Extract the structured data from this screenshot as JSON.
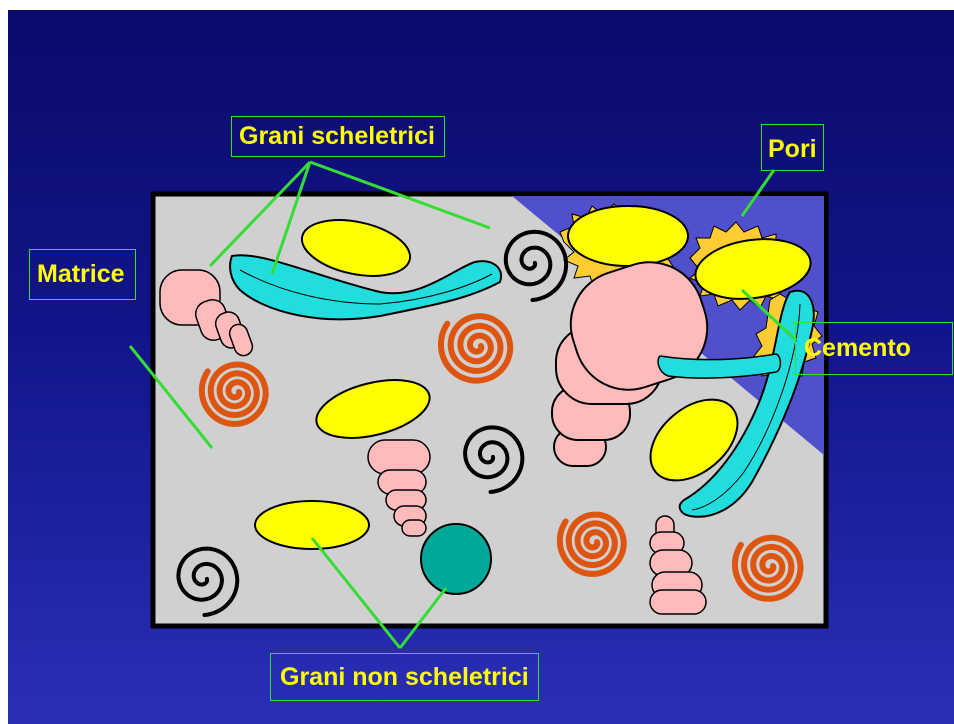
{
  "labels": {
    "grani_scheletrici": "Grani scheletrici",
    "pori": "Pori",
    "matrice": "Matrice",
    "cemento": "Cemento",
    "grani_non_scheletrici": "Grani non scheletrici"
  },
  "colors": {
    "background_top": "#0b0b6b",
    "background_bottom": "#2a2fb6",
    "matrix": "#d0d0d0",
    "pore": "#5050cc",
    "cement": "#ffcc33",
    "grain_yellow": "#ffff00",
    "grain_pink": "#ffbbbb",
    "grain_cyan": "#22dddd",
    "grain_teal": "#00a89a",
    "spiral_orange": "#dd5511",
    "spiral_black": "#000000",
    "label_text": "#ffff00",
    "leader_line": "#33dd33"
  }
}
